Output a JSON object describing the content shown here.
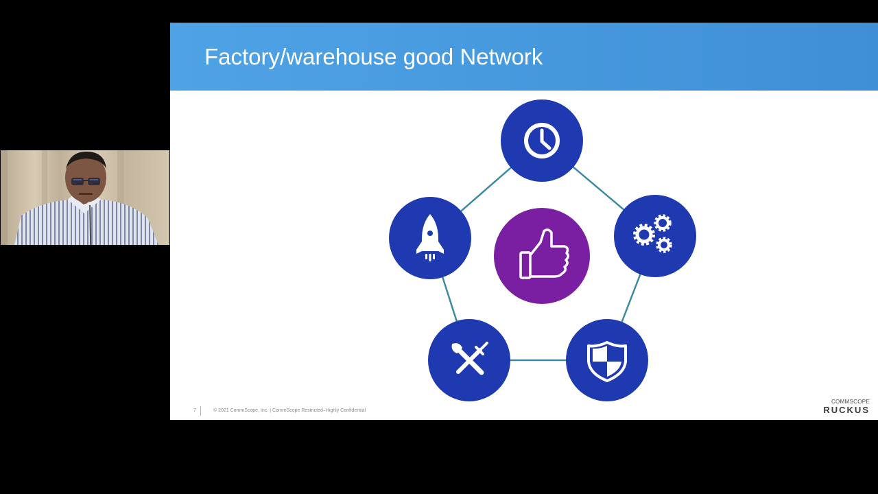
{
  "slide": {
    "title": "Factory/warehouse good Network",
    "page_number": "7",
    "footer_text": "© 2021 CommScope, Inc.  |  CommScope Restricted–Highly Confidential"
  },
  "logo": {
    "top_text": "COMMSCOPE",
    "main_text": "RUCKUS"
  },
  "diagram": {
    "center_icon": "thumbs-up-icon",
    "nodes": [
      "clock-icon",
      "gears-icon",
      "shield-icon",
      "tools-icon",
      "rocket-icon"
    ]
  },
  "colors": {
    "header_blue": "#4ea3e5",
    "node_blue": "#1f3ab1",
    "center_purple": "#7a1fa2",
    "connector": "#3d8ba0",
    "background": "#000000"
  }
}
